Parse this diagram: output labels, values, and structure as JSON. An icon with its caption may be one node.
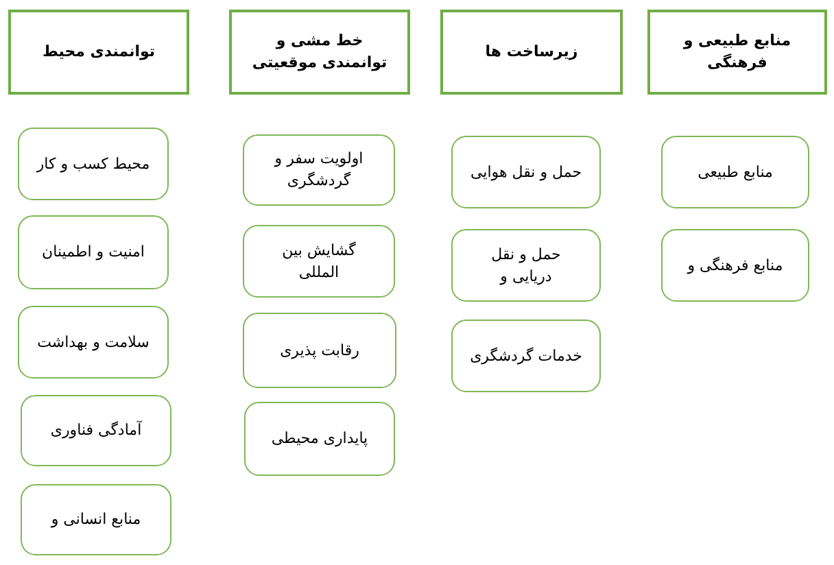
{
  "diagram": {
    "nodes": [
      {
        "text": [
          "منابع طبیعی و فرهنگی"
        ]
      },
      {
        "text": [
          "منابع طبیعی"
        ]
      },
      {
        "text": [
          "منابع فرهنگی و"
        ]
      },
      {
        "text": [
          "زیرساخت ها"
        ]
      },
      {
        "text": [
          "حمل و نقل هوایی"
        ]
      },
      {
        "text": [
          "حمل و نقل دریایی و"
        ]
      },
      {
        "text": [
          "خدمات گردشگری"
        ]
      },
      {
        "text": [
          "خط مشی و توانمندی موقعیتی"
        ]
      },
      {
        "text": [
          "اولویت سفر و گردشگری"
        ]
      },
      {
        "text": [
          "گشایش بین المللی"
        ]
      },
      {
        "text": [
          "رقابت پذیری"
        ]
      },
      {
        "text": [
          "پایداری محیطی"
        ]
      },
      {
        "text": [
          "توانمندی محیط"
        ]
      },
      {
        "text": [
          "محیط کسب و کار"
        ]
      },
      {
        "text": [
          "امنیت و اطمینان"
        ]
      },
      {
        "text": [
          "سلامت و بهداشت"
        ]
      },
      {
        "text": [
          "آمادگی فناوری"
        ]
      },
      {
        "text": [
          "منابع انسانی و"
        ]
      }
    ]
  }
}
